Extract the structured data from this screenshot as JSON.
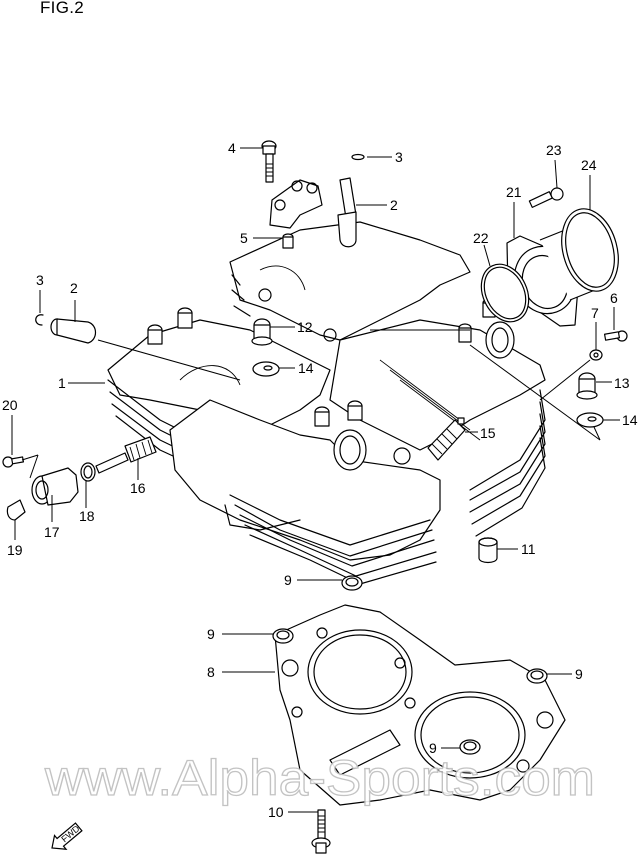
{
  "figure": {
    "title": "FIG.2",
    "watermark": "www.Alpha-Sports.com",
    "direction_marker": "FWD"
  },
  "callouts": {
    "c1": "1",
    "c2a": "2",
    "c2b": "2",
    "c3a": "3",
    "c3b": "3",
    "c4": "4",
    "c5": "5",
    "c6": "6",
    "c7": "7",
    "c8": "8",
    "c9a": "9",
    "c9b": "9",
    "c9c": "9",
    "c9d": "9",
    "c10": "10",
    "c11": "11",
    "c12": "12",
    "c13": "13",
    "c14a": "14",
    "c14b": "14",
    "c15": "15",
    "c16": "16",
    "c17": "17",
    "c18": "18",
    "c19": "19",
    "c20": "20",
    "c21": "21",
    "c22": "22",
    "c23": "23",
    "c24": "24"
  },
  "icons": {
    "direction_arrow": "fwd-arrow-icon"
  }
}
